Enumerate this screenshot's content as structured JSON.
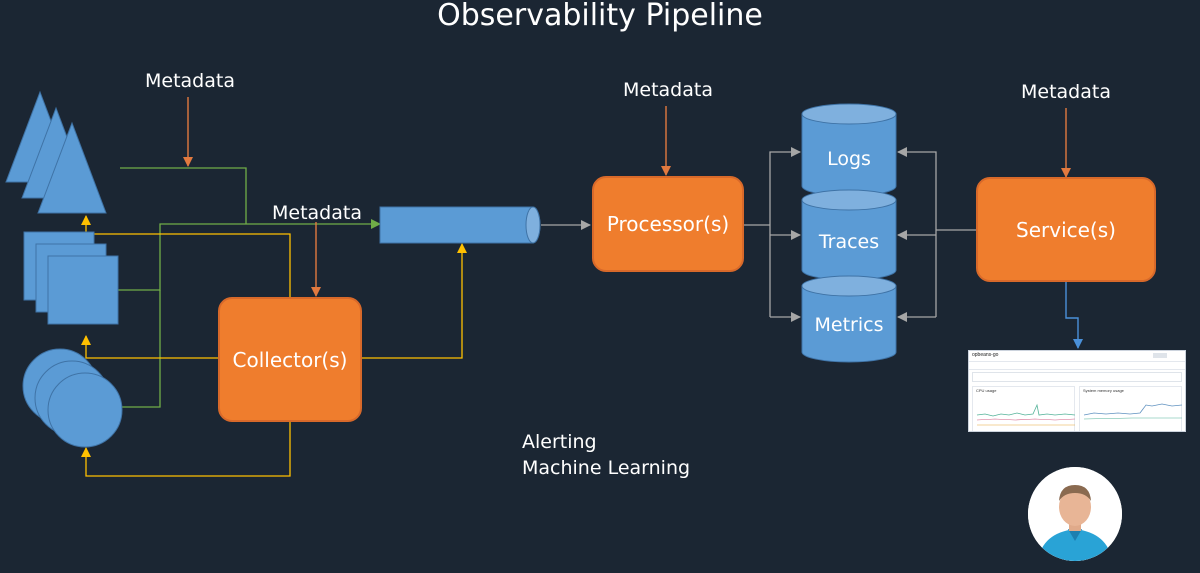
{
  "title": "Observability Pipeline",
  "metadata_labels": {
    "sources": "Metadata",
    "collector": "Metadata",
    "processor": "Metadata",
    "service": "Metadata"
  },
  "boxes": {
    "collector": "Collector(s)",
    "processor": "Processor(s)",
    "service": "Service(s)"
  },
  "stores": {
    "logs": "Logs",
    "traces": "Traces",
    "metrics": "Metrics"
  },
  "bottom_text": {
    "line1": "Alerting",
    "line2": "Machine Learning"
  },
  "dashboard": {
    "app_name": "opbeans-go",
    "left_panel": "CPU usage",
    "right_panel": "System memory usage"
  },
  "colors": {
    "background": "#1b2633",
    "box_orange": "#ef7d2d",
    "shape_blue": "#5b9bd5",
    "arrow_orange": "#e27a3f",
    "line_green": "#70ad47",
    "line_yellow": "#ffc000",
    "line_gray": "#a6a6a6"
  }
}
